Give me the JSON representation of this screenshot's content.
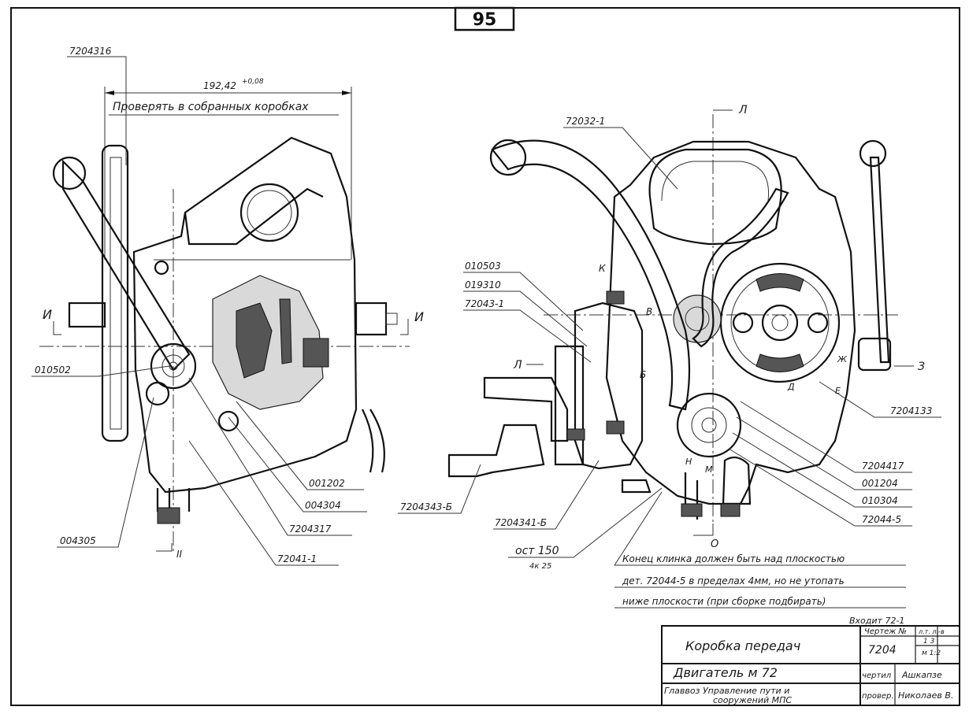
{
  "page_number": "95",
  "left_view": {
    "dimension": "192,42",
    "dimension_tolerance": "+0,08",
    "note": "Проверять в собранных коробках",
    "section_marks": [
      "И",
      "И",
      "II"
    ],
    "labels": {
      "p7204316": "7204316",
      "p010502": "010502",
      "p001202": "001202",
      "p004304": "004304",
      "p7204317": "7204317",
      "p72041_1": "72041-1",
      "p004305": "004305"
    }
  },
  "right_view": {
    "section_marks": [
      "Л",
      "Л",
      "К",
      "В",
      "Б",
      "Д",
      "Ж",
      "Е",
      "Н",
      "М",
      "О",
      "З"
    ],
    "labels": {
      "p72032_1": "72032-1",
      "p010503": "010503",
      "p019310": "019310",
      "p72043_1": "72043-1",
      "p7204133": "7204133",
      "p7204417": "7204417",
      "p001204": "001204",
      "p010304": "010304",
      "p72044_5": "72044-5",
      "p7204343_6": "7204343-Б",
      "p7204341_6": "7204341-Б",
      "ost": "ост 150",
      "ost_sub": "4к 25"
    }
  },
  "note_lines": [
    "Конец клинка должен быть над плоскостью",
    "дет. 72044-5 в пределах 4мм, но не утопать",
    "ниже плоскости (при сборке подбирать)"
  ],
  "title_block": {
    "enters": "Входит 72-1",
    "name": "Коробка передач",
    "engine": "Двигатель м 72",
    "org_line1": "Главвоз Управление пути и",
    "org_line2": "сооружений МПС",
    "drawing_no_label": "Чертеж №",
    "drawing_no": "7204",
    "sheets_header": "л.т. л.-в",
    "sheets_values": "1   3",
    "sheets_sub": "м 1:2",
    "drew_label": "чертил",
    "drew_name": "Ашкапзе",
    "checked_label": "провер.",
    "checked_name": "Николаев В."
  }
}
